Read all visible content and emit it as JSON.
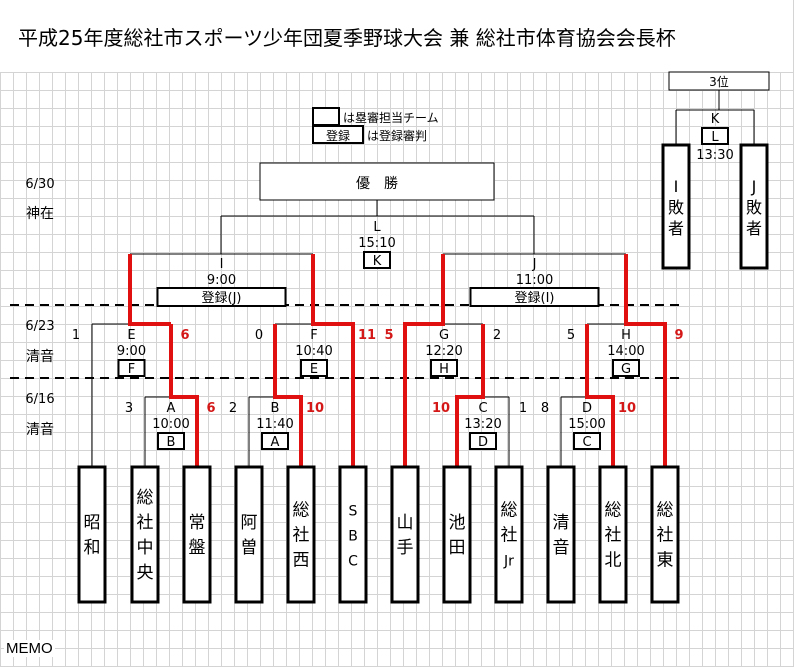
{
  "title": "平成25年度総社市スポーツ少年団夏季野球大会 兼 総社市体育協会会長杯",
  "legend": {
    "box_desc": "は塁審担当チーム",
    "reg_label": "登録",
    "reg_desc": "は登録審判"
  },
  "champion_label": "優　勝",
  "third_place": {
    "label": "3位",
    "game": "K",
    "umpire": "L",
    "time": "13:30",
    "teams": [
      {
        "chars": [
          "I",
          "敗",
          "者"
        ]
      },
      {
        "chars": [
          "J",
          "敗",
          "者"
        ]
      }
    ]
  },
  "rounds": [
    {
      "date": "6/30",
      "venue": "神在"
    },
    {
      "date": "6/23",
      "venue": "清音"
    },
    {
      "date": "6/16",
      "venue": "清音"
    }
  ],
  "final": {
    "game": "L",
    "time": "15:10",
    "umpire": "K"
  },
  "semis": [
    {
      "game": "I",
      "time": "9:00",
      "registration": "登録(J)"
    },
    {
      "game": "J",
      "time": "11:00",
      "registration": "登録(I)"
    }
  ],
  "quarters": [
    {
      "game": "E",
      "time": "9:00",
      "umpire": "F",
      "score_left": "1",
      "score_right": "6",
      "winner": "right"
    },
    {
      "game": "F",
      "time": "10:40",
      "umpire": "E",
      "score_left": "0",
      "score_right": "11",
      "winner": "right"
    },
    {
      "game": "G",
      "time": "12:20",
      "umpire": "H",
      "score_left": "5",
      "score_right": "2",
      "winner": "left"
    },
    {
      "game": "H",
      "time": "14:00",
      "umpire": "G",
      "score_left": "5",
      "score_right": "9",
      "winner": "right"
    }
  ],
  "first_round": [
    {
      "game": "A",
      "time": "10:00",
      "umpire": "B",
      "score_left": "3",
      "score_right": "6",
      "winner": "right"
    },
    {
      "game": "B",
      "time": "11:40",
      "umpire": "A",
      "score_left": "2",
      "score_right": "10",
      "winner": "right"
    },
    {
      "game": "C",
      "time": "13:20",
      "umpire": "D",
      "score_left": "10",
      "score_right": "1",
      "winner": "left"
    },
    {
      "game": "D",
      "time": "15:00",
      "umpire": "C",
      "score_left": "8",
      "score_right": "10",
      "winner": "right"
    }
  ],
  "teams": [
    {
      "name": "昭和",
      "chars": [
        "昭",
        "和"
      ]
    },
    {
      "name": "総社中央",
      "chars": [
        "総",
        "社",
        "中",
        "央"
      ]
    },
    {
      "name": "常盤",
      "chars": [
        "常",
        "盤"
      ]
    },
    {
      "name": "阿曽",
      "chars": [
        "阿",
        "曽"
      ]
    },
    {
      "name": "総社西",
      "chars": [
        "総",
        "社",
        "西"
      ]
    },
    {
      "name": "SBC",
      "chars": [
        "S",
        "B",
        "C"
      ]
    },
    {
      "name": "山手",
      "chars": [
        "山",
        "手"
      ]
    },
    {
      "name": "池田",
      "chars": [
        "池",
        "田"
      ]
    },
    {
      "name": "総社Jr",
      "chars": [
        "総",
        "社",
        "Jr"
      ]
    },
    {
      "name": "清音",
      "chars": [
        "清",
        "音"
      ]
    },
    {
      "name": "総社北",
      "chars": [
        "総",
        "社",
        "北"
      ]
    },
    {
      "name": "総社東",
      "chars": [
        "総",
        "社",
        "東"
      ]
    }
  ],
  "memo_label": "MEMO",
  "colors": {
    "winner_line": "#e01010",
    "score_winner": "#d41818",
    "grid": "#d4d4d4"
  }
}
